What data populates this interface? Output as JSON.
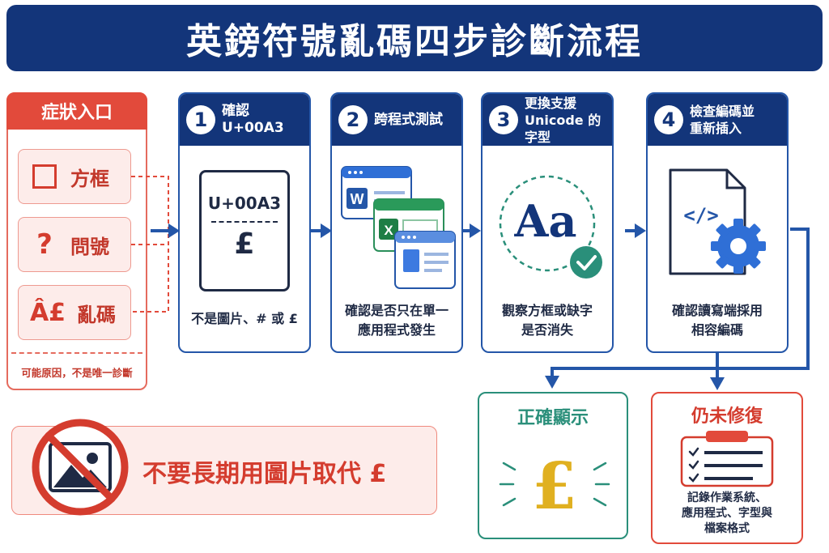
{
  "title": "英鎊符號亂碼四步診斷流程",
  "symptoms": {
    "header": "症狀入口",
    "items": [
      {
        "icon": "□",
        "label": "方框"
      },
      {
        "icon": "?",
        "label": "問號"
      },
      {
        "icon": "Â£",
        "label": "亂碼"
      }
    ],
    "note": "可能原因，不是唯一診斷"
  },
  "steps": [
    {
      "num": "1",
      "title": "確認 U+00A3",
      "desc_lines": [
        "不是圖片、# 或 £"
      ],
      "code": "U+00A3",
      "symbol": "£"
    },
    {
      "num": "2",
      "title": "跨程式測試",
      "desc_lines": [
        "確認是否只在單一",
        "應用程式發生"
      ],
      "app_labels": [
        "W",
        "X"
      ]
    },
    {
      "num": "3",
      "title_lines": [
        "更換支援",
        "Unicode 的字型"
      ],
      "desc_lines": [
        "觀察方框或缺字",
        "是否消失"
      ],
      "glyph": "Aa"
    },
    {
      "num": "4",
      "title_lines": [
        "檢查編碼並",
        "重新插入"
      ],
      "desc_lines": [
        "確認讀寫端採用",
        "相容編碼"
      ],
      "code_icon": "</>"
    }
  ],
  "results": {
    "ok": {
      "title": "正確顯示",
      "symbol": "£"
    },
    "fail": {
      "title": "仍未修復",
      "desc_lines": [
        "記錄作業系統、",
        "應用程式、字型與",
        "檔案格式"
      ]
    }
  },
  "warning": "不要長期用圖片取代 £",
  "colors": {
    "navy": "#13357a",
    "blue": "#2456a8",
    "red": "#e24a3b",
    "teal": "#2a8f7a",
    "gold": "#e0b020"
  }
}
